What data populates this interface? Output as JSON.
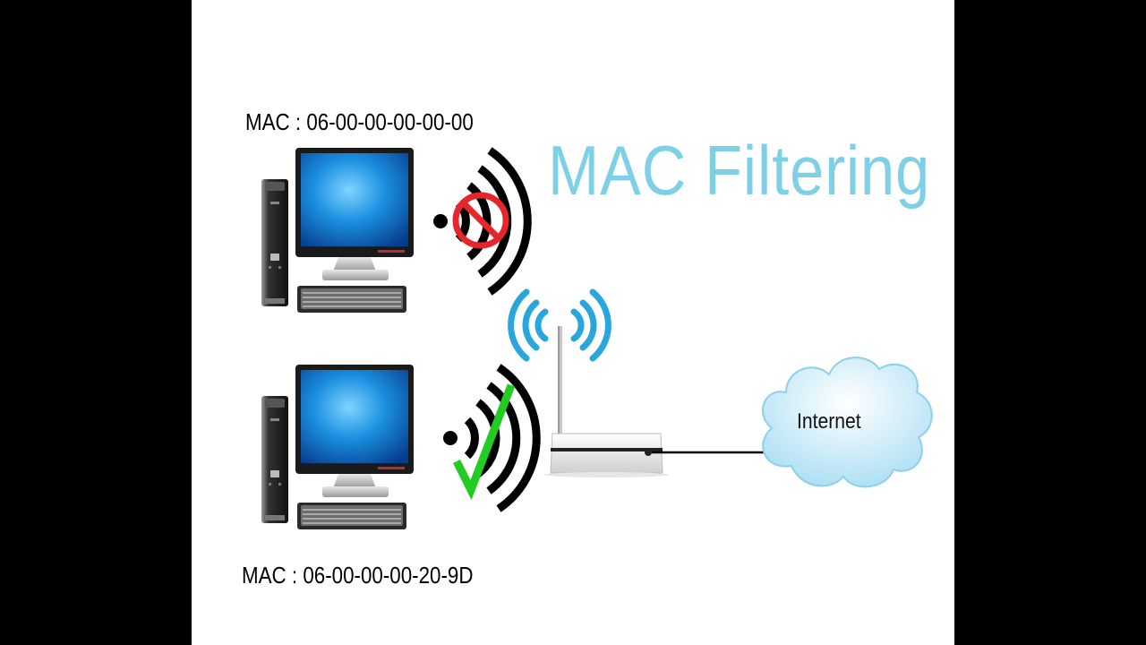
{
  "title": "MAC Filtering",
  "computers": [
    {
      "mac_label": "MAC : 06-00-00-00-00-00",
      "status": "blocked",
      "status_color": "#e5262a",
      "icon": "prohibited-icon"
    },
    {
      "mac_label": "MAC : 06-00-00-00-20-9D",
      "status": "allowed",
      "status_color": "#22cc22",
      "icon": "checkmark-icon"
    }
  ],
  "internet": {
    "label": "Internet",
    "icon": "cloud-icon"
  },
  "colors": {
    "title": "#7fd0e6",
    "wifi_router": "#29a6dc",
    "background": "#ffffff"
  }
}
